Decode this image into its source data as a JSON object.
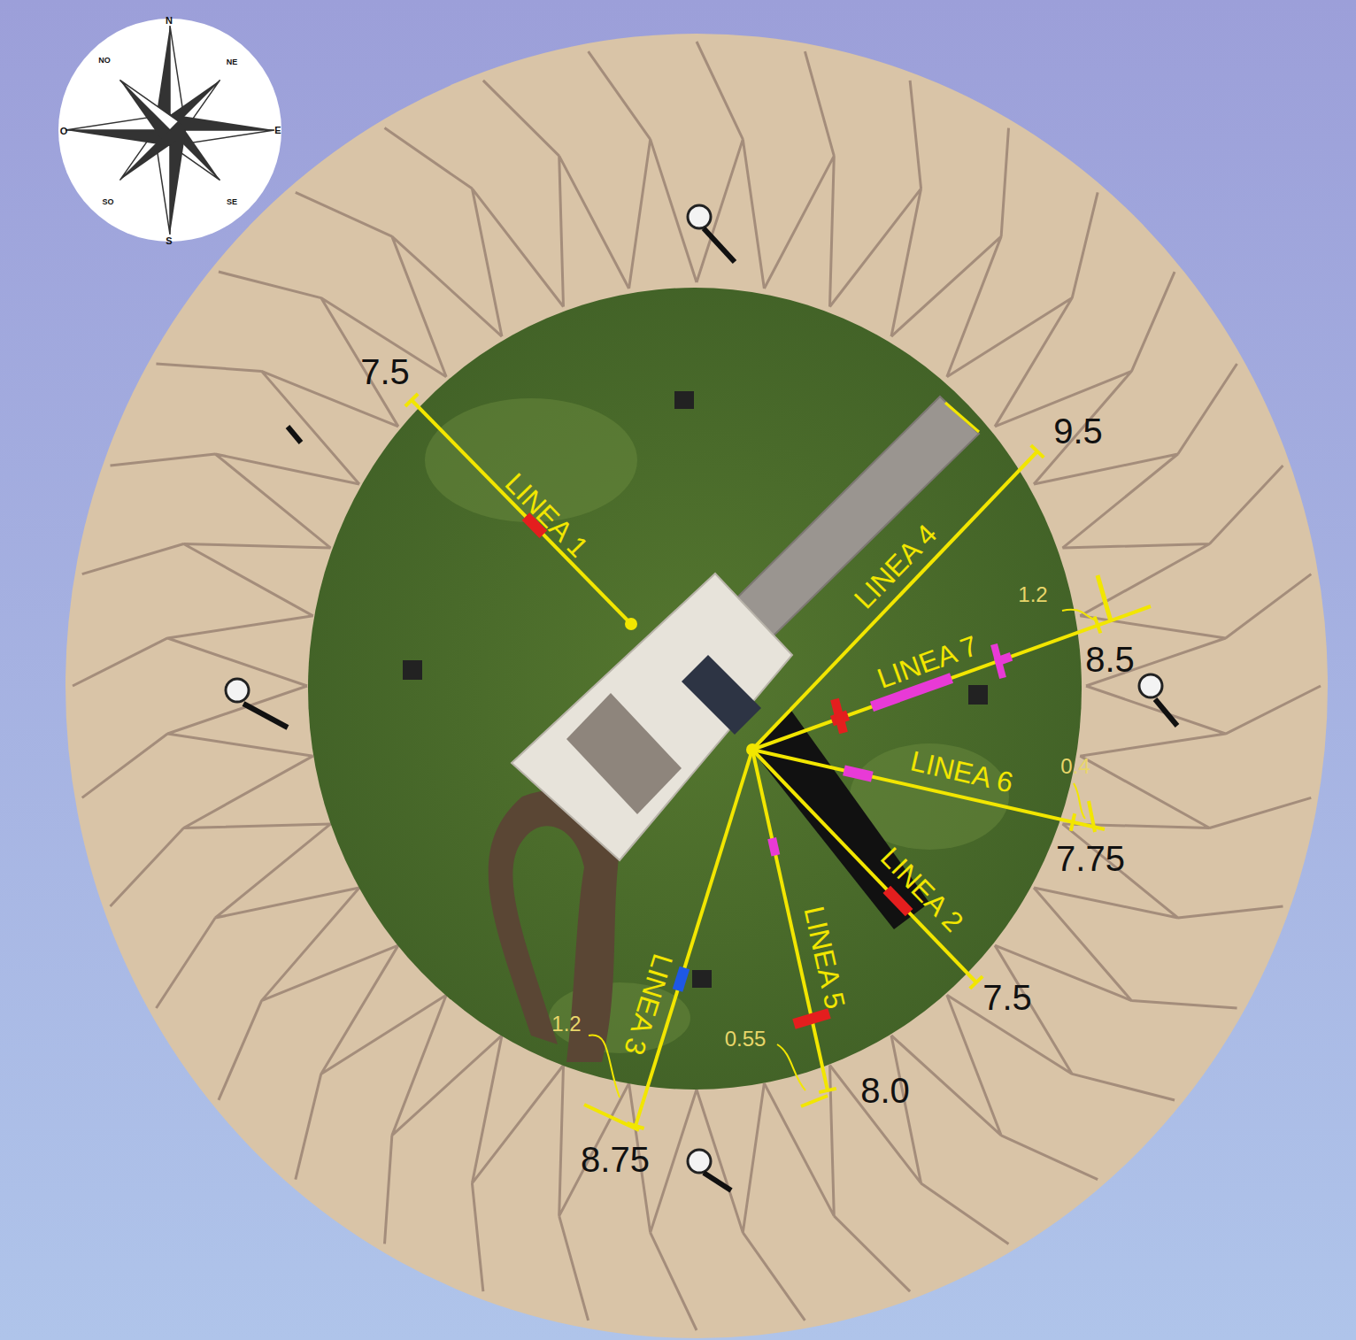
{
  "diagram": {
    "labels": [
      "7.5",
      "LINEA 1",
      "9.5",
      "LINEA 4",
      "1.2",
      "8.5",
      "LINEA 7",
      "LINEA 6",
      "0.4",
      "7.75",
      "LINEA 2",
      "7.5",
      "LINEA 5",
      "0.55",
      "8.0",
      "LINEA 3",
      "1.2",
      "8.75",
      "N",
      "NE",
      "E",
      "SE",
      "S",
      "SO",
      "O",
      "NO"
    ]
  }
}
